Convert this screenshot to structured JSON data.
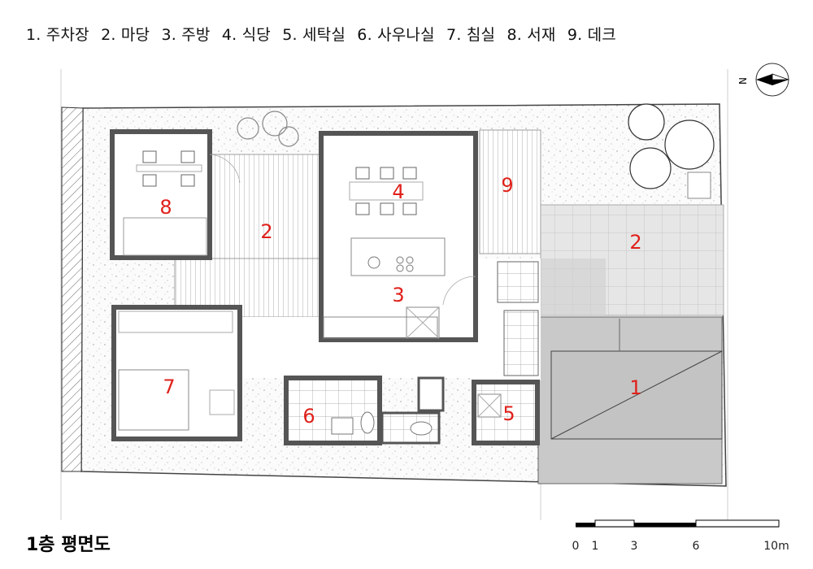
{
  "legend": [
    "1. 주차장",
    "2. 마당",
    "3. 주방",
    "4. 식당",
    "5. 세탁실",
    "6. 사우나실",
    "7. 침실",
    "8. 서재",
    "9. 데크"
  ],
  "title": "1층 평면도",
  "rooms": [
    "1",
    "2",
    "2",
    "3",
    "4",
    "5",
    "6",
    "7",
    "8",
    "9"
  ],
  "north_label": "N",
  "scale": {
    "ticks": [
      "0",
      "1",
      "3",
      "6",
      "10m"
    ]
  },
  "colors": {
    "room_label": "#e0201a",
    "wall": "#555555",
    "parking": "#c8c8c8"
  }
}
